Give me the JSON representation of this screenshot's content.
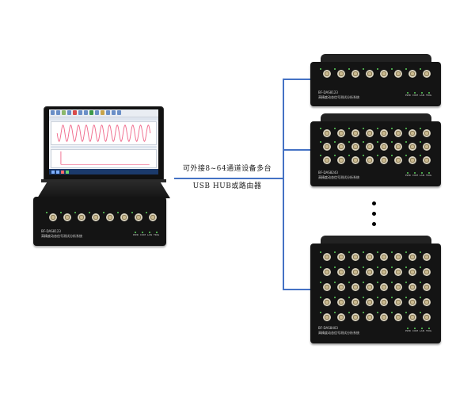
{
  "connection": {
    "label_top": "可外接8~64通道设备多台",
    "label_bottom": "USB HUB或路由器",
    "line_color": "#4472c4"
  },
  "main_unit": {
    "model": "BF-DAS8123",
    "description": "高精度动态信号测试分析系统",
    "port_rows": 1,
    "port_cols": 8,
    "status_labels": [
      "PWR",
      "COM",
      "LAN",
      "TRIG"
    ]
  },
  "laptop": {
    "software": "dynamic signal analysis software",
    "top_chart": "sine waveform",
    "bottom_chart": "spectrum",
    "waveform_color": "#f06a8c"
  },
  "expansion_units": [
    {
      "model": "BF-DAS8123",
      "description": "高精度动态信号测试分析系统",
      "port_rows": 1,
      "port_cols": 8,
      "status_labels": [
        "PWR",
        "COM",
        "LAN",
        "TRIG"
      ]
    },
    {
      "model": "BF-DAS8243",
      "description": "高精度动态信号测试分析系统",
      "port_rows": 3,
      "port_cols": 8,
      "status_labels": [
        "PWR",
        "COM",
        "LAN",
        "TRIG"
      ]
    },
    {
      "model": "BF-DAS8403",
      "description": "高精度动态信号测试分析系统",
      "port_rows": 5,
      "port_cols": 8,
      "status_labels": [
        "PWR",
        "COM",
        "LAN",
        "TRIG"
      ]
    }
  ],
  "ellipsis": "more devices"
}
